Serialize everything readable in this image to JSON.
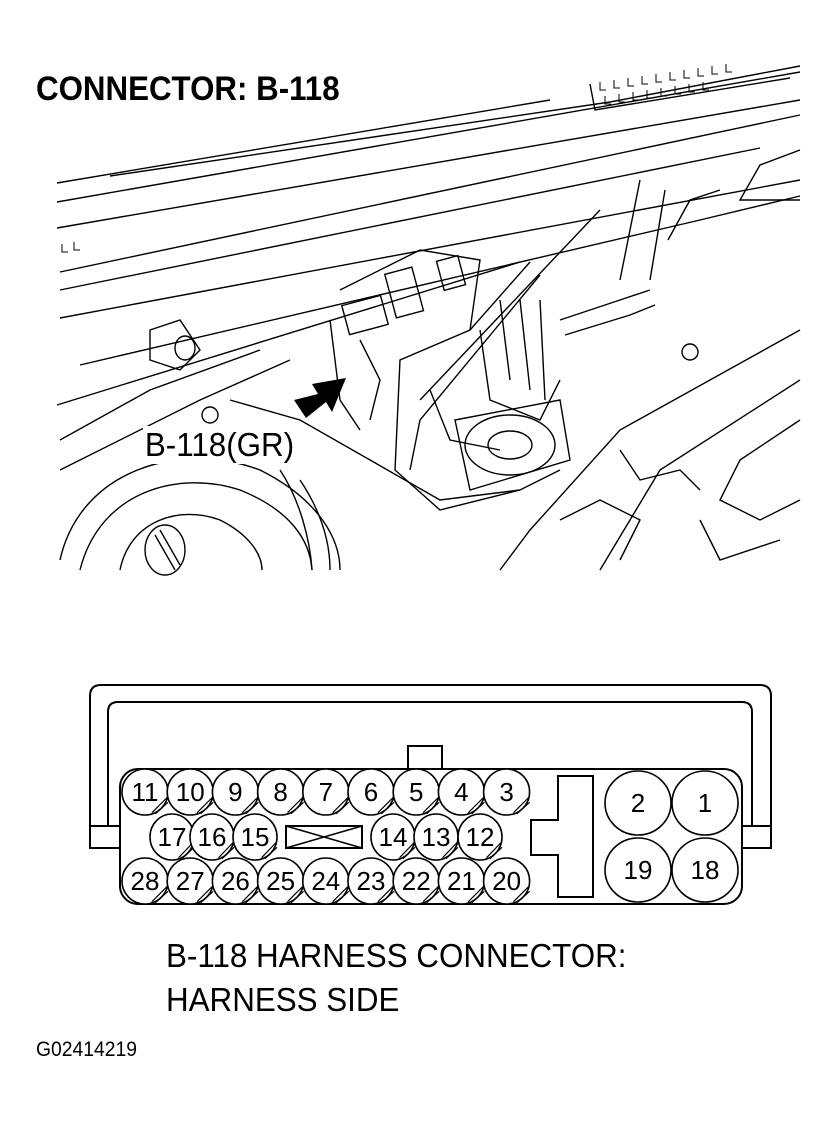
{
  "title": "CONNECTOR: B-118",
  "illustration": {
    "callout_label": "B-118(GR)",
    "arrow_icon": "arrow-pointing-to-connector"
  },
  "connector": {
    "name": "B-118",
    "top_row_pins": [
      "11",
      "10",
      "9",
      "8",
      "7",
      "6",
      "5",
      "4",
      "3"
    ],
    "middle_row_pins": [
      "17",
      "16",
      "15",
      "14",
      "13",
      "12"
    ],
    "bottom_row_pins": [
      "28",
      "27",
      "26",
      "25",
      "24",
      "23",
      "22",
      "21",
      "20"
    ],
    "large_pins_top": [
      "2",
      "1"
    ],
    "large_pins_bottom": [
      "19",
      "18"
    ],
    "blank_cavity_marker": "X"
  },
  "caption": {
    "line1": "B-118 HARNESS CONNECTOR:",
    "line2": "HARNESS SIDE"
  },
  "figure_id": "G02414219"
}
